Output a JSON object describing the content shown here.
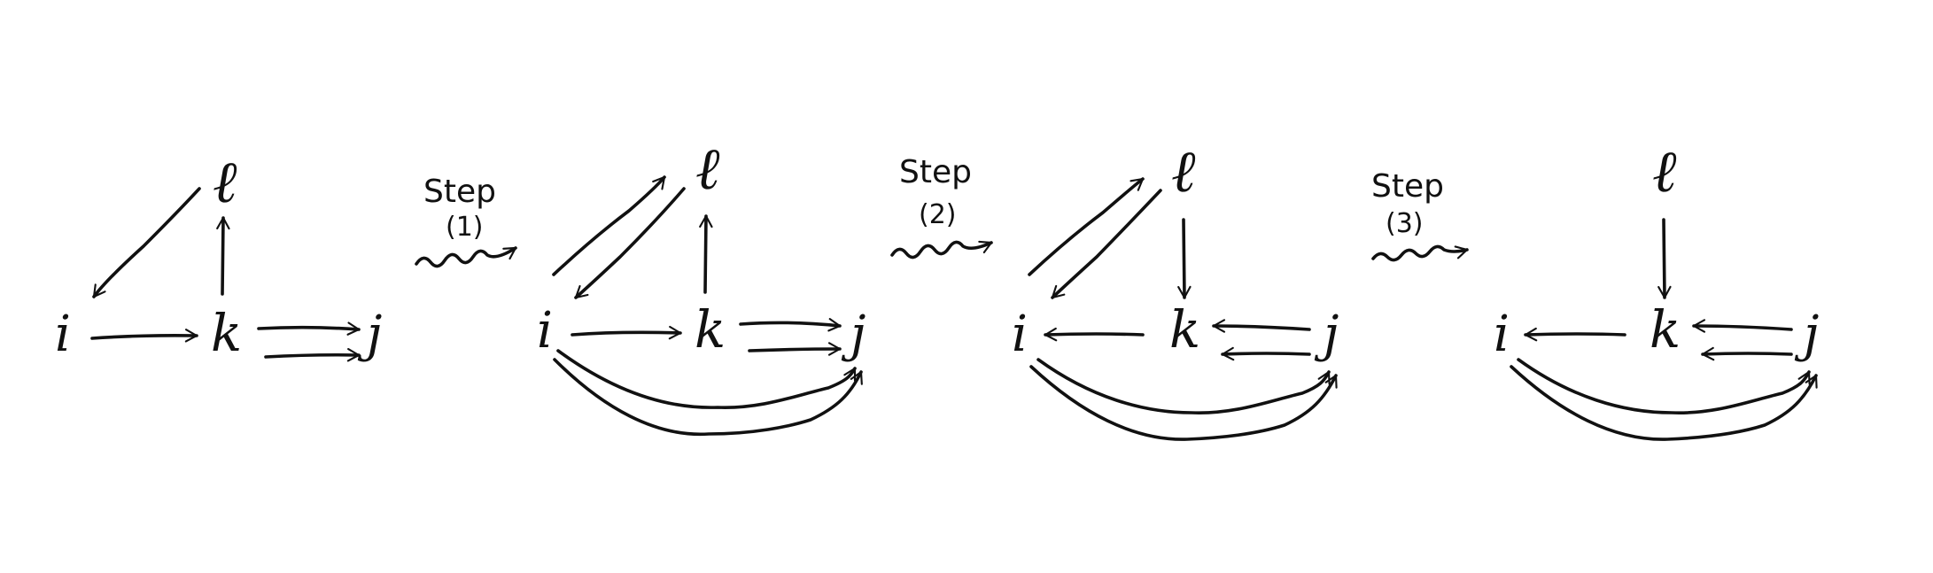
{
  "nodes": {
    "i": "i",
    "k": "k",
    "j": "j",
    "l": "ℓ"
  },
  "steps": [
    {
      "word": "Step",
      "number": "(1)"
    },
    {
      "word": "Step",
      "number": "(2)"
    },
    {
      "word": "Step",
      "number": "(3)"
    }
  ],
  "graphs": [
    {
      "name": "graph-initial"
    },
    {
      "name": "graph-after-step-1"
    },
    {
      "name": "graph-after-step-2"
    },
    {
      "name": "graph-after-step-3"
    }
  ]
}
